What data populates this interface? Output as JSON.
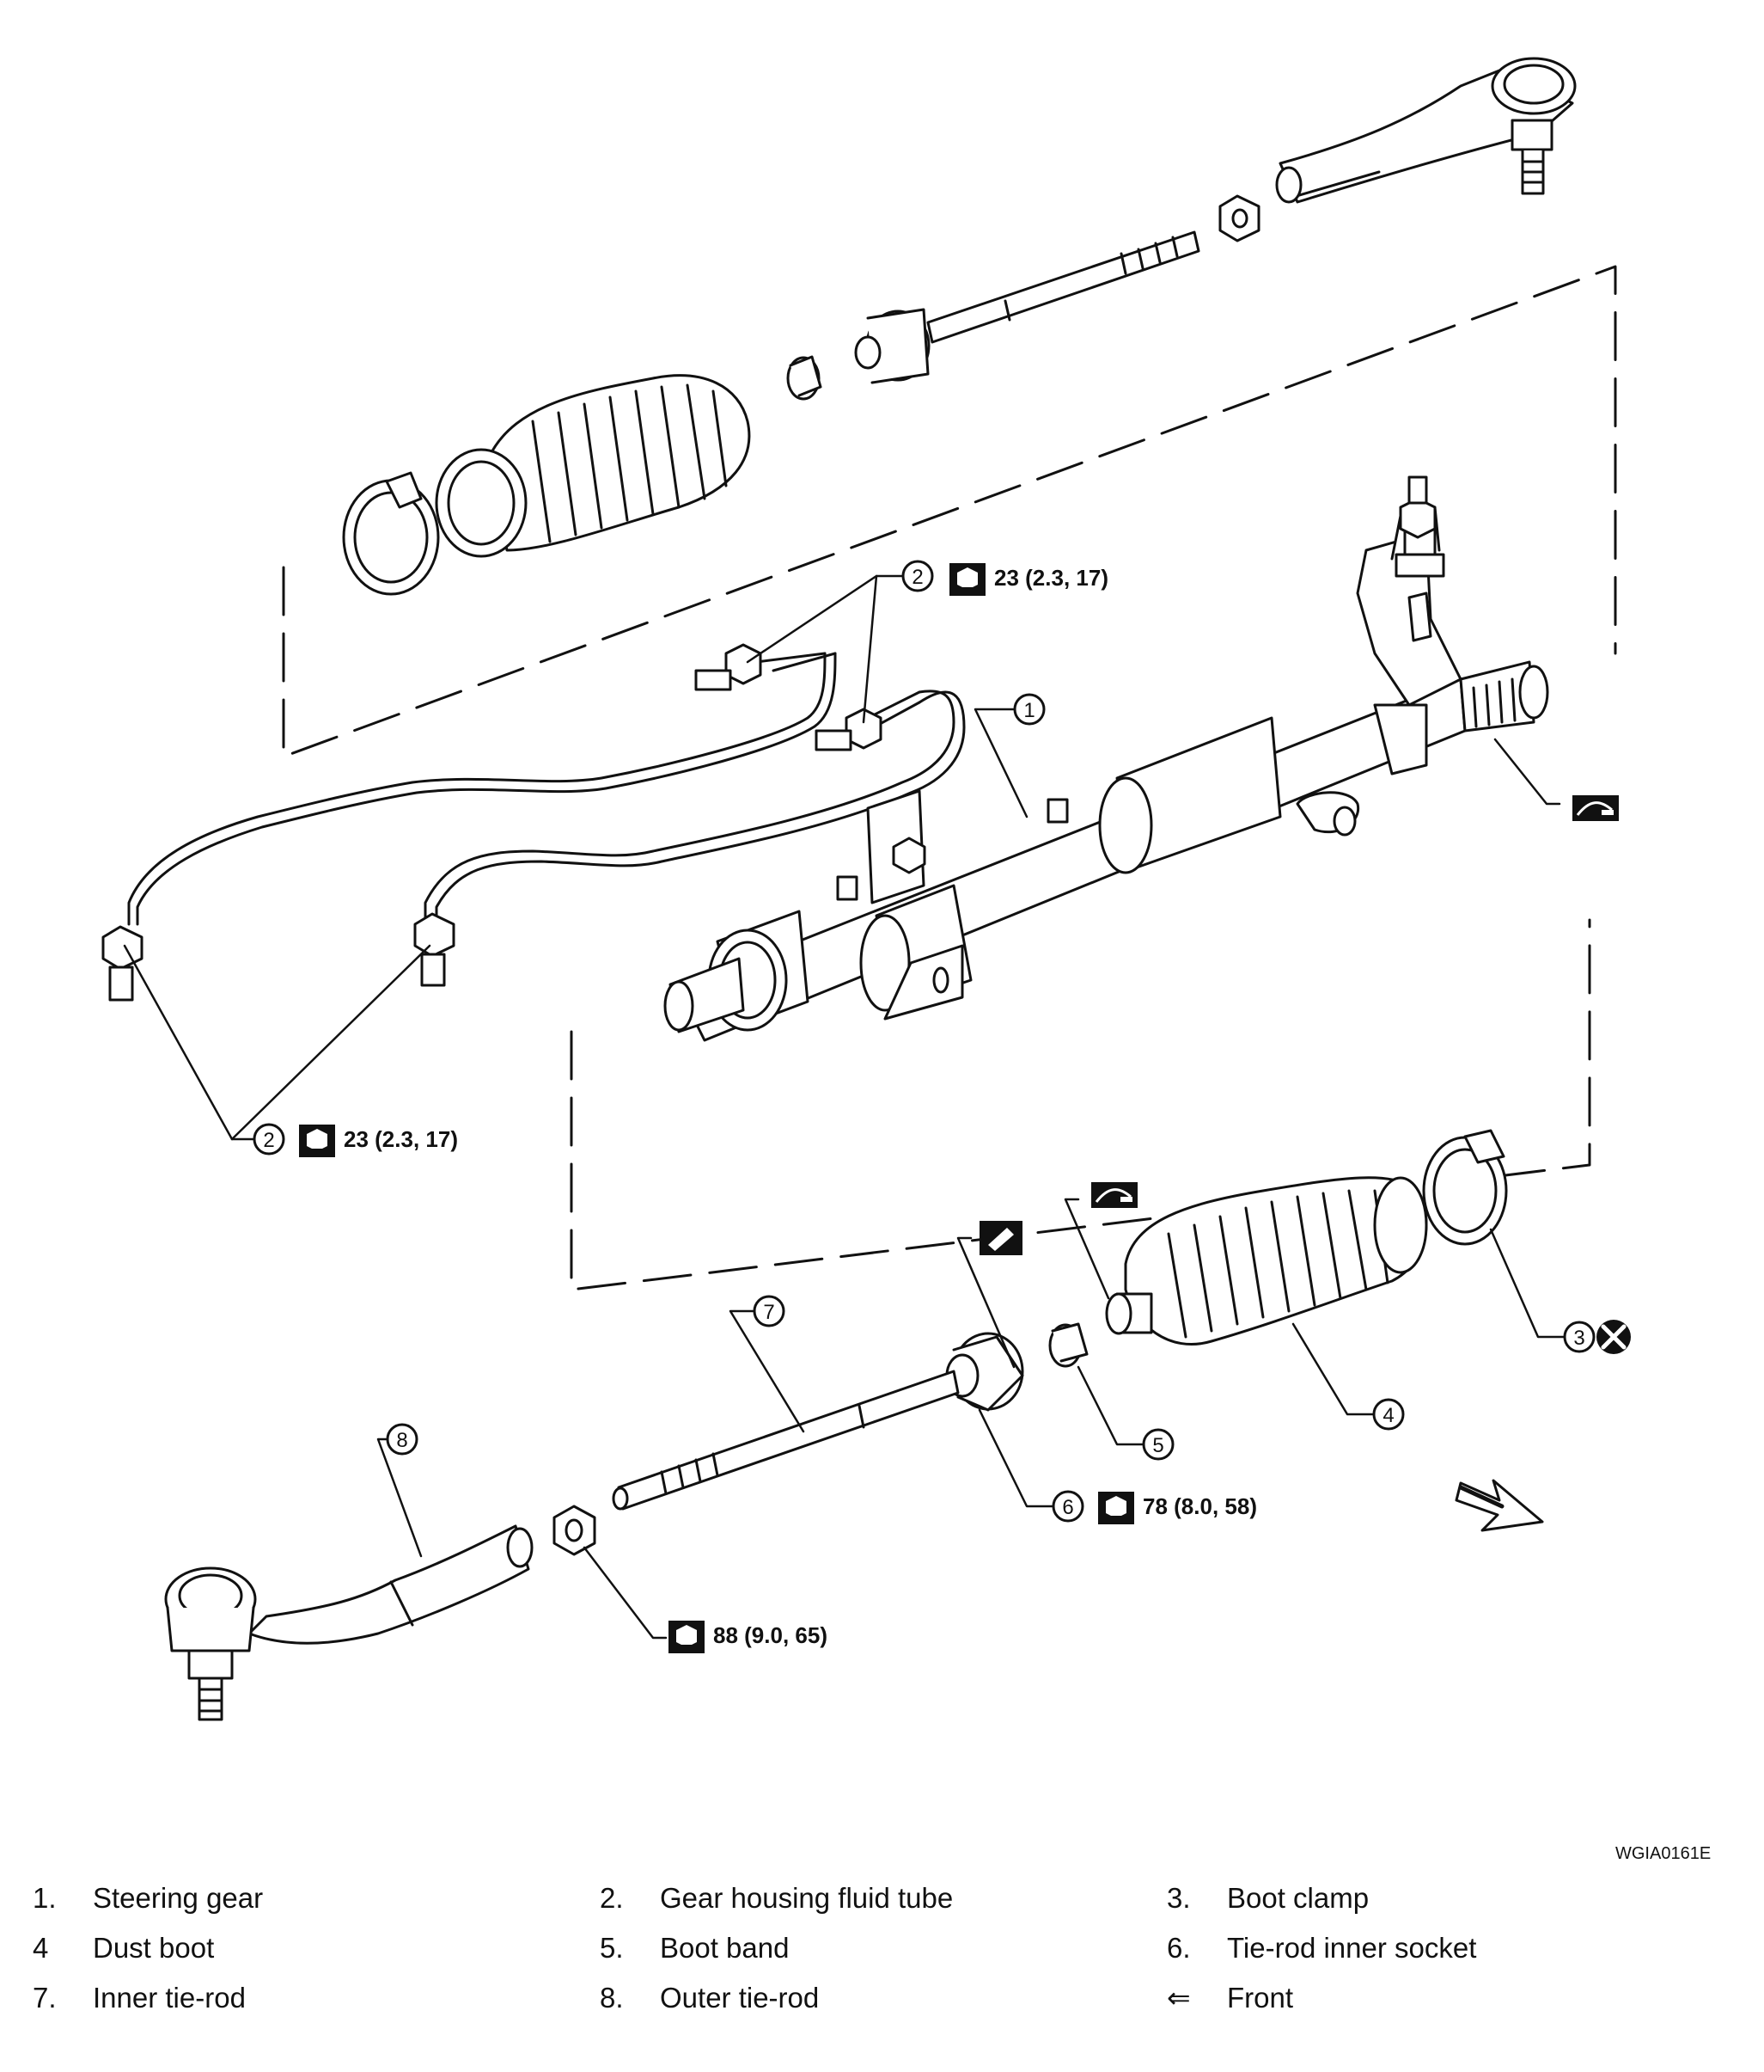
{
  "diagram": {
    "callouts": {
      "c1": "1",
      "c2a": "2",
      "c2b": "2",
      "c3": "3",
      "c4": "4",
      "c5": "5",
      "c6": "6",
      "c7": "7",
      "c8": "8"
    },
    "torques": {
      "tube_upper": "23 (2.3, 17)",
      "tube_lower": "23 (2.3, 17)",
      "inner_socket": "78 (8.0, 58)",
      "outer_nut": "88 (9.0, 65)"
    },
    "figure_code": "WGIA0161E"
  },
  "legend": [
    {
      "num": "1.",
      "text": "Steering gear"
    },
    {
      "num": "2.",
      "text": "Gear housing fluid tube"
    },
    {
      "num": "3.",
      "text": "Boot clamp"
    },
    {
      "num": "4",
      "text": "Dust boot"
    },
    {
      "num": "5.",
      "text": "Boot band"
    },
    {
      "num": "6.",
      "text": "Tie-rod inner socket"
    },
    {
      "num": "7.",
      "text": "Inner tie-rod"
    },
    {
      "num": "8.",
      "text": "Outer tie-rod"
    },
    {
      "num": "⇐",
      "text": "Front"
    }
  ]
}
